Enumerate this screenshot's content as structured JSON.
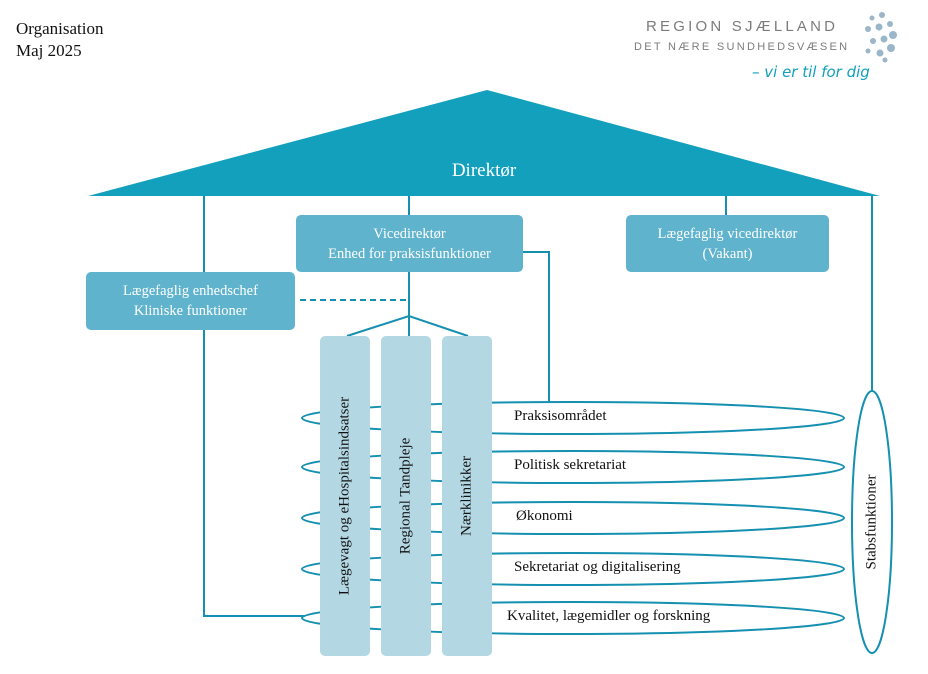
{
  "header": {
    "title": "Organisation",
    "date": "Maj 2025"
  },
  "logo": {
    "line1": "REGION SJÆLLAND",
    "line2": "DET NÆRE SUNDHEDSVÆSEN",
    "tagline": "– vi er til for dig"
  },
  "roof": {
    "label": "Direktør"
  },
  "boxes": {
    "vice": {
      "line1": "Vicedirektør",
      "line2": "Enhed for praksisfunktioner"
    },
    "medical_vice": {
      "line1": "Lægefaglig vicedirektør",
      "line2": "(Vakant)"
    },
    "unit_chief": {
      "line1": "Lægefaglig enhedschef",
      "line2": "Kliniske funktioner"
    }
  },
  "columns": [
    "Lægevagt og eHospitalsindsatser",
    "Regional Tandpleje",
    "Nærklinikker"
  ],
  "rings": [
    "Praksisområdet",
    "Politisk sekretariat",
    "Økonomi",
    "Sekretariat og digitalisering",
    "Kvalitet, lægemidler og forskning"
  ],
  "staff": {
    "label": "Stabsfunktioner"
  },
  "colors": {
    "roof": "#12a0bd",
    "box": "#5fb3cd",
    "column": "#b4d7e4",
    "line": "#1590b0",
    "logo_dots": "#9ab6c8"
  }
}
